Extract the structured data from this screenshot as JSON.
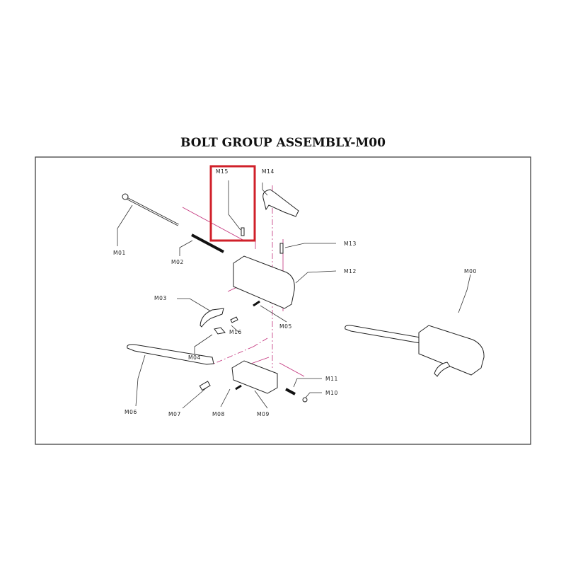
{
  "title": "BOLT GROUP ASSEMBLY-M00",
  "parts": {
    "m00": "M00",
    "m01": "M01",
    "m02": "M02",
    "m03": "M03",
    "m04": "M04",
    "m05": "M05",
    "m06": "M06",
    "m07": "M07",
    "m08": "M08",
    "m09": "M09",
    "m10": "M10",
    "m11": "M11",
    "m12": "M12",
    "m13": "M13",
    "m14": "M14",
    "m15": "M15",
    "m16": "M16"
  },
  "highlight": {
    "part": "M15",
    "color": "#d0202a"
  },
  "colors": {
    "guide_lines": "#c2307a",
    "frame": "#333333"
  }
}
